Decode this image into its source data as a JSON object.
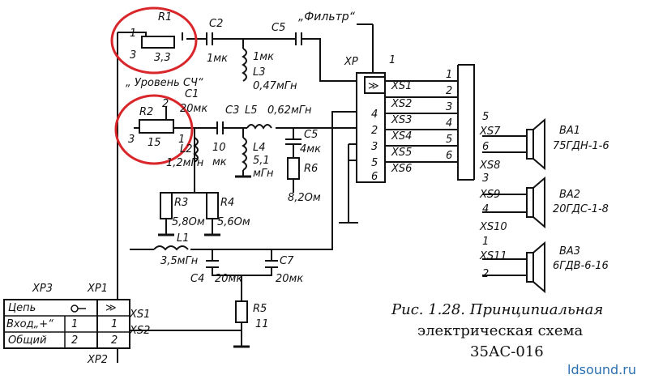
{
  "components": {
    "r1": {
      "name": "R1",
      "value": "3,3",
      "pin1": "1",
      "pin3": "3"
    },
    "r1_caption": "„ Уровень СЧ“",
    "c2": {
      "name": "C2",
      "value": "1мк"
    },
    "l3": {
      "name": "L3",
      "value1": "1мк",
      "value2": "0,47мГн"
    },
    "c5a": {
      "name": "C5"
    },
    "filter": "„Фильтр“",
    "r2": {
      "name": "R2",
      "value": "15",
      "pin1": "1",
      "pin2": "2",
      "pin3": "3"
    },
    "c1": {
      "name": "C1",
      "value": "20мк"
    },
    "c3": {
      "name": "C3",
      "value": "10",
      "unit": "мк"
    },
    "l5": {
      "name": "L5",
      "value": "0,62мГн"
    },
    "l2": {
      "name": "L2",
      "value": "1,2мГн"
    },
    "l4": {
      "name": "L4",
      "value": "5,1",
      "unit": "мГн"
    },
    "c5b": {
      "name": "C5",
      "value": "4мк"
    },
    "r6": {
      "name": "R6",
      "value": "8,2Ом"
    },
    "r3": {
      "name": "R3",
      "value": "5,8Ом"
    },
    "r4": {
      "name": "R4",
      "value": "5,6Ом"
    },
    "l1": {
      "name": "L1",
      "value": "3,5мГн"
    },
    "c4": {
      "name": "C4",
      "value": "20мк"
    },
    "c7": {
      "name": "C7",
      "value": "20мк"
    },
    "r5": {
      "name": "R5",
      "value": "11"
    }
  },
  "xp": {
    "name": "XP",
    "num": "1",
    "pins": [
      "4",
      "2",
      "3",
      "5",
      "6"
    ],
    "sockets": [
      "XS1",
      "XS2",
      "XS3",
      "XS4",
      "XS5",
      "XS6"
    ],
    "wire_nums": [
      "1",
      "2",
      "3",
      "4",
      "5",
      "6"
    ]
  },
  "speakers": {
    "ba1": {
      "name": "BA1",
      "model": "75ГДН-1-6",
      "pins": [
        "5",
        "6"
      ],
      "sockets": [
        "XS7",
        "XS8"
      ]
    },
    "ba2": {
      "name": "BA2",
      "model": "20ГДС-1-8",
      "pins": [
        "3",
        "4"
      ],
      "sockets": [
        "XS9",
        "XS10"
      ]
    },
    "ba3": {
      "name": "BA3",
      "model": "6ГДВ-6-16",
      "pins": [
        "1",
        "2"
      ],
      "sockets": [
        "XS11"
      ]
    }
  },
  "input": {
    "xp3": "XP3",
    "xp1": "XP1",
    "xp2": "XP2",
    "rows": [
      {
        "label": "Цепь",
        "num": ""
      },
      {
        "label": "Вход„+“",
        "num": "1"
      },
      {
        "label": "Общий",
        "num": "2"
      }
    ],
    "xs1": "XS1",
    "xs2": "XS2",
    "pin1": "1",
    "pin2": "2"
  },
  "caption": {
    "line1": "Рис. 1.28. Принципиальная",
    "line2": "электрическая схема",
    "line3": "35АС-016"
  },
  "site": "ldsound.ru",
  "colors": {
    "ink": "#111111",
    "highlight": "#d9262a",
    "site": "#2a6fb0"
  }
}
